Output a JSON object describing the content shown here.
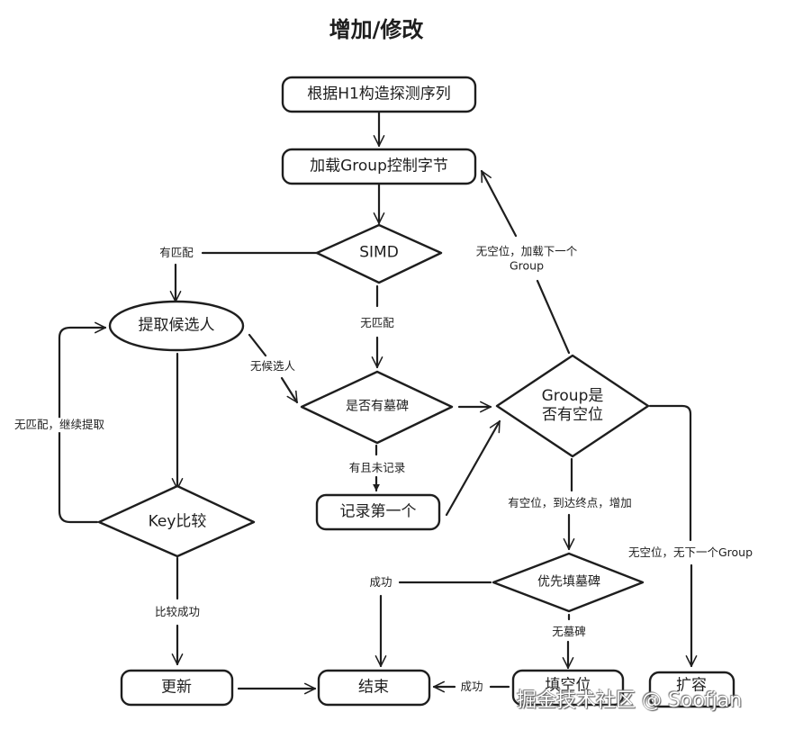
{
  "diagram": {
    "title": "增加/修改",
    "nodes": {
      "probe_seq": "根据H1构造探测序列",
      "load_group": "加载Group控制字节",
      "simd": "SIMD",
      "extract": "提取候选人",
      "tombstone_check": "是否有墓碑",
      "record_first": "记录第一个",
      "group_empty": "Group是\n否有空位",
      "key_compare": "Key比较",
      "prefer_tombstone": "优先填墓碑",
      "update": "更新",
      "end": "结束",
      "fill_empty": "填空位",
      "grow": "扩容"
    },
    "edges": {
      "has_match": "有匹配",
      "no_match": "无匹配",
      "no_candidate": "无候选人",
      "no_match_continue": "无匹配，继续提取",
      "has_unrecorded": "有且未记录",
      "no_empty_load_next": "无空位，加载下一个\nGroup",
      "has_empty_reach_end": "有空位，到达终点，增加",
      "no_empty_no_next": "无空位，无下一个Group",
      "compare_success": "比较成功",
      "success_1": "成功",
      "success_2": "成功",
      "no_tombstone": "无墓碑"
    }
  },
  "watermark": "掘金技术社区 @ Soofjan"
}
